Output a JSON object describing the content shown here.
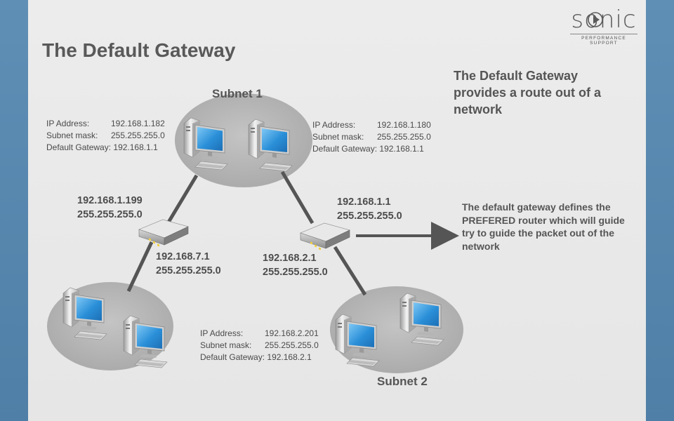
{
  "logo": {
    "brand": "sonic",
    "tagline": "PERFORMANCE SUPPORT"
  },
  "title": "The Default Gateway",
  "headline": "The Default Gateway provides a route out of a network",
  "note": "The default gateway defines the PREFERED router which will guide try to guide the packet out of the network",
  "subnets": {
    "subnet1": {
      "label": "Subnet 1"
    },
    "subnet2": {
      "label": "Subnet 2"
    }
  },
  "hosts": {
    "host_182": {
      "ip_label": "IP Address:",
      "ip": "192.168.1.182",
      "mask_label": "Subnet mask:",
      "mask": "255.255.255.0",
      "gw_label": "Default Gateway:",
      "gw": "192.168.1.1"
    },
    "host_180": {
      "ip_label": "IP Address:",
      "ip": "192.168.1.180",
      "mask_label": "Subnet mask:",
      "mask": "255.255.255.0",
      "gw_label": "Default Gateway:",
      "gw": "192.168.1.1"
    },
    "host_201": {
      "ip_label": "IP Address:",
      "ip": "192.168.2.201",
      "mask_label": "Subnet mask:",
      "mask": "255.255.255.0",
      "gw_label": "Default Gateway:",
      "gw": "192.168.2.1"
    }
  },
  "routers": {
    "left": {
      "upper_ip": "192.168.1.199",
      "upper_mask": "255.255.255.0",
      "lower_ip": "192.168.7.1",
      "lower_mask": "255.255.255.0"
    },
    "right": {
      "upper_ip": "192.168.1.1",
      "upper_mask": "255.255.255.0",
      "lower_ip": "192.168.2.1",
      "lower_mask": "255.255.255.0"
    }
  },
  "colors": {
    "background": "#5f8fb5",
    "slide": "#e9e9e9",
    "ellipse": "#b4b4b4",
    "link": "#555555",
    "screen": "#2a8fd8"
  }
}
